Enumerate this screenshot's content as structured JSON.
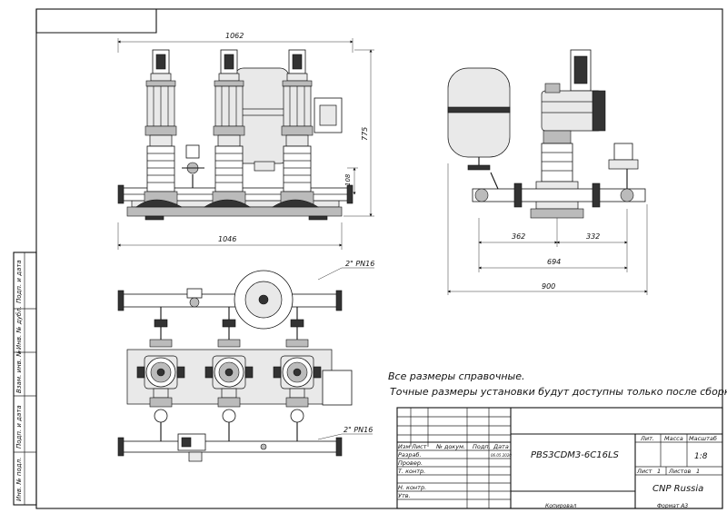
{
  "drawing": {
    "dimensions": {
      "front_width_top": "1062",
      "front_width_bottom": "1046",
      "front_height": "775",
      "front_inlet_height": "108",
      "side_left": "362",
      "side_right": "332",
      "side_total": "694",
      "side_overall": "900"
    },
    "pipe_labels": {
      "top": "2\" PN16",
      "bottom": "2\" PN16"
    },
    "notes": {
      "line1": "Все размеры справочные.",
      "line2": "Точные размеры установки будут доступны только после сборки."
    }
  },
  "side_stamp": {
    "cells": [
      "Подп. и дата",
      "Инв. № дубл.",
      "Взам. инв. №",
      "Подп. и дата",
      "Инв. № подл."
    ]
  },
  "title_block": {
    "col_headers": [
      "Изм",
      "Лист",
      "№ докум.",
      "Подп.",
      "Дата"
    ],
    "row_labels": [
      "Разраб.",
      "Провер.",
      "Т. контр.",
      "Н. контр.",
      "Утв."
    ],
    "date_small": "06.05.2020",
    "designation": "PBS3CDM3-6C16LS",
    "lit_label": "Лит.",
    "mass_label": "Масса",
    "scale_label": "Масштаб",
    "scale_value": "1:8",
    "sheet_label": "Лист",
    "sheet_value": "1",
    "sheets_label": "Листов",
    "sheets_value": "1",
    "company": "CNP Russia",
    "copied_label": "Копировал",
    "format_label": "Формат А3"
  }
}
